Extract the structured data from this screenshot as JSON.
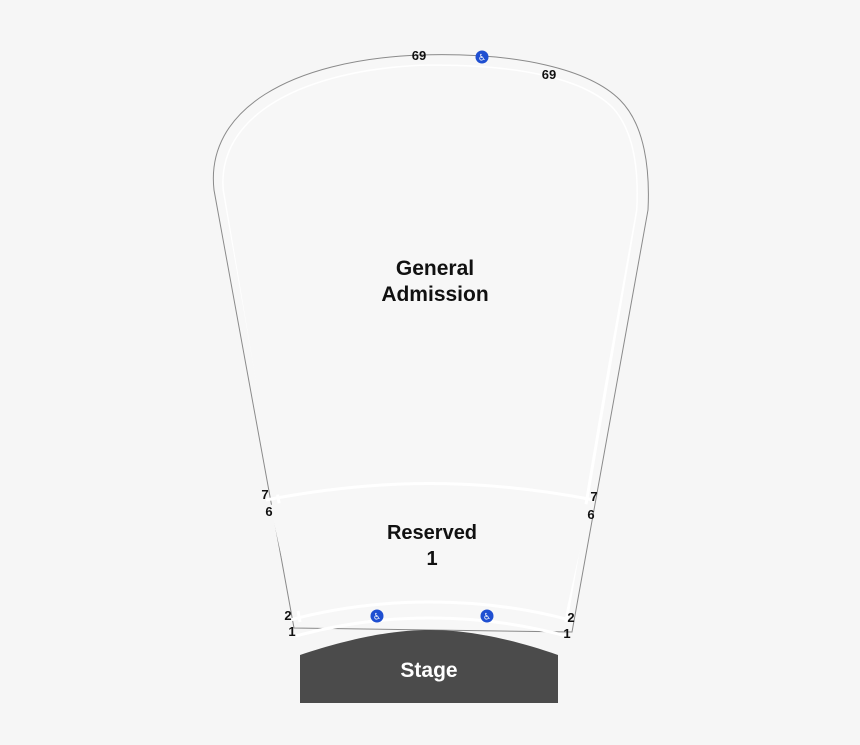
{
  "sections": {
    "general_admission": {
      "line1": "General",
      "line2": "Admission"
    },
    "reserved": {
      "line1": "Reserved",
      "line2": "1"
    }
  },
  "stage": {
    "label": "Stage"
  },
  "rows": {
    "top_left": "69",
    "top_right": "69",
    "left_7": "7",
    "left_6": "6",
    "right_7": "7",
    "right_6": "6",
    "left_2": "2",
    "left_1": "1",
    "right_2": "2",
    "right_1": "1"
  },
  "icons": {
    "accessible": {
      "name": "wheelchair-icon",
      "glyph": "♿",
      "color": "#1f4fd1"
    }
  },
  "colors": {
    "background": "#f6f6f6",
    "venue_fill": "#f7f7f7",
    "outline": "#8a8a8a",
    "stage": "#4b4b4b"
  }
}
